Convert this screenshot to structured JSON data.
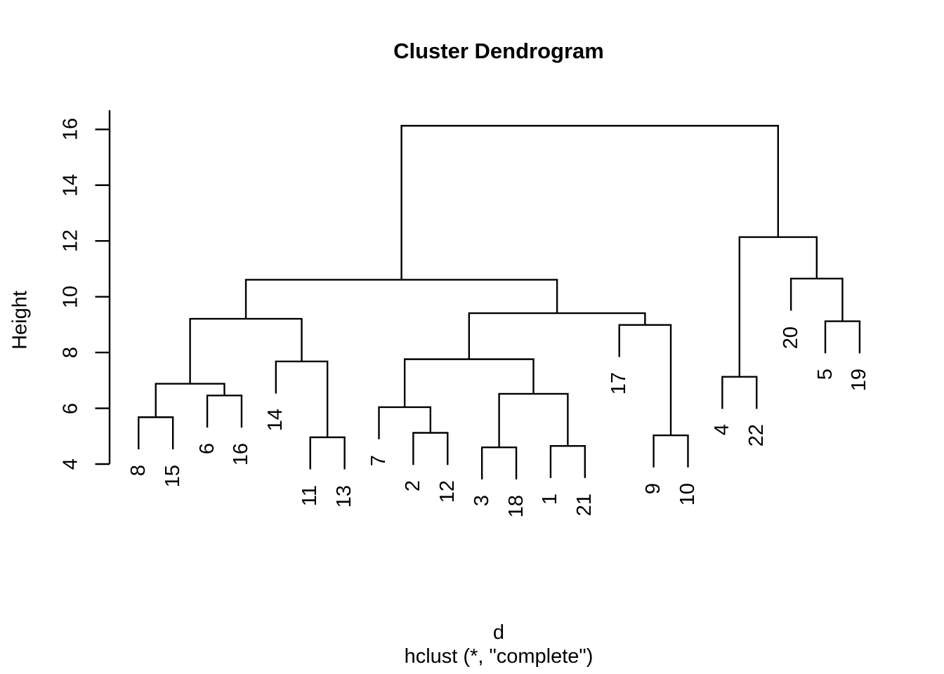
{
  "chart_data": {
    "type": "dendrogram",
    "title": "Cluster Dendrogram",
    "ylabel": "Height",
    "xlabel": "d",
    "xlabel_sub": "hclust (*, \"complete\")",
    "y_ticks": [
      4,
      6,
      8,
      10,
      12,
      14,
      16
    ],
    "y_axis_range": [
      4,
      16.7
    ],
    "grid": "off",
    "line_color": "#000000",
    "background_color": "#ffffff",
    "hang": 1.15,
    "leaf_order": [
      "8",
      "15",
      "6",
      "16",
      "14",
      "11",
      "13",
      "7",
      "2",
      "12",
      "3",
      "18",
      "1",
      "21",
      "17",
      "9",
      "10",
      "4",
      "22",
      "20",
      "5",
      "19"
    ],
    "root_height": 16.13,
    "merge_heights": [
      4.6,
      4.65,
      4.96,
      5.03,
      5.12,
      5.68,
      6.04,
      6.46,
      6.52,
      6.88,
      7.13,
      7.68,
      7.76,
      8.99,
      9.12,
      9.21,
      9.41,
      10.61,
      10.65,
      12.14,
      16.13
    ],
    "tree": {
      "h": 16.13,
      "c": [
        {
          "h": 10.61,
          "c": [
            {
              "h": 9.21,
              "c": [
                {
                  "h": 6.88,
                  "c": [
                    {
                      "h": 5.68,
                      "c": [
                        {
                          "leaf": "8"
                        },
                        {
                          "leaf": "15"
                        }
                      ]
                    },
                    {
                      "h": 6.46,
                      "c": [
                        {
                          "leaf": "6"
                        },
                        {
                          "leaf": "16"
                        }
                      ]
                    }
                  ]
                },
                {
                  "h": 7.68,
                  "c": [
                    {
                      "leaf": "14"
                    },
                    {
                      "h": 4.96,
                      "c": [
                        {
                          "leaf": "11"
                        },
                        {
                          "leaf": "13"
                        }
                      ]
                    }
                  ]
                }
              ]
            },
            {
              "h": 9.41,
              "c": [
                {
                  "h": 7.76,
                  "c": [
                    {
                      "h": 6.04,
                      "c": [
                        {
                          "leaf": "7"
                        },
                        {
                          "h": 5.12,
                          "c": [
                            {
                              "leaf": "2"
                            },
                            {
                              "leaf": "12"
                            }
                          ]
                        }
                      ]
                    },
                    {
                      "h": 6.52,
                      "c": [
                        {
                          "h": 4.6,
                          "c": [
                            {
                              "leaf": "3"
                            },
                            {
                              "leaf": "18"
                            }
                          ]
                        },
                        {
                          "h": 4.65,
                          "c": [
                            {
                              "leaf": "1"
                            },
                            {
                              "leaf": "21"
                            }
                          ]
                        }
                      ]
                    }
                  ]
                },
                {
                  "h": 8.99,
                  "c": [
                    {
                      "leaf": "17"
                    },
                    {
                      "h": 5.03,
                      "c": [
                        {
                          "leaf": "9"
                        },
                        {
                          "leaf": "10"
                        }
                      ]
                    }
                  ]
                }
              ]
            }
          ]
        },
        {
          "h": 12.14,
          "c": [
            {
              "h": 7.13,
              "c": [
                {
                  "leaf": "4"
                },
                {
                  "leaf": "22"
                }
              ]
            },
            {
              "h": 10.65,
              "c": [
                {
                  "leaf": "20"
                },
                {
                  "h": 9.12,
                  "c": [
                    {
                      "leaf": "5"
                    },
                    {
                      "leaf": "19"
                    }
                  ]
                }
              ]
            }
          ]
        }
      ]
    }
  }
}
